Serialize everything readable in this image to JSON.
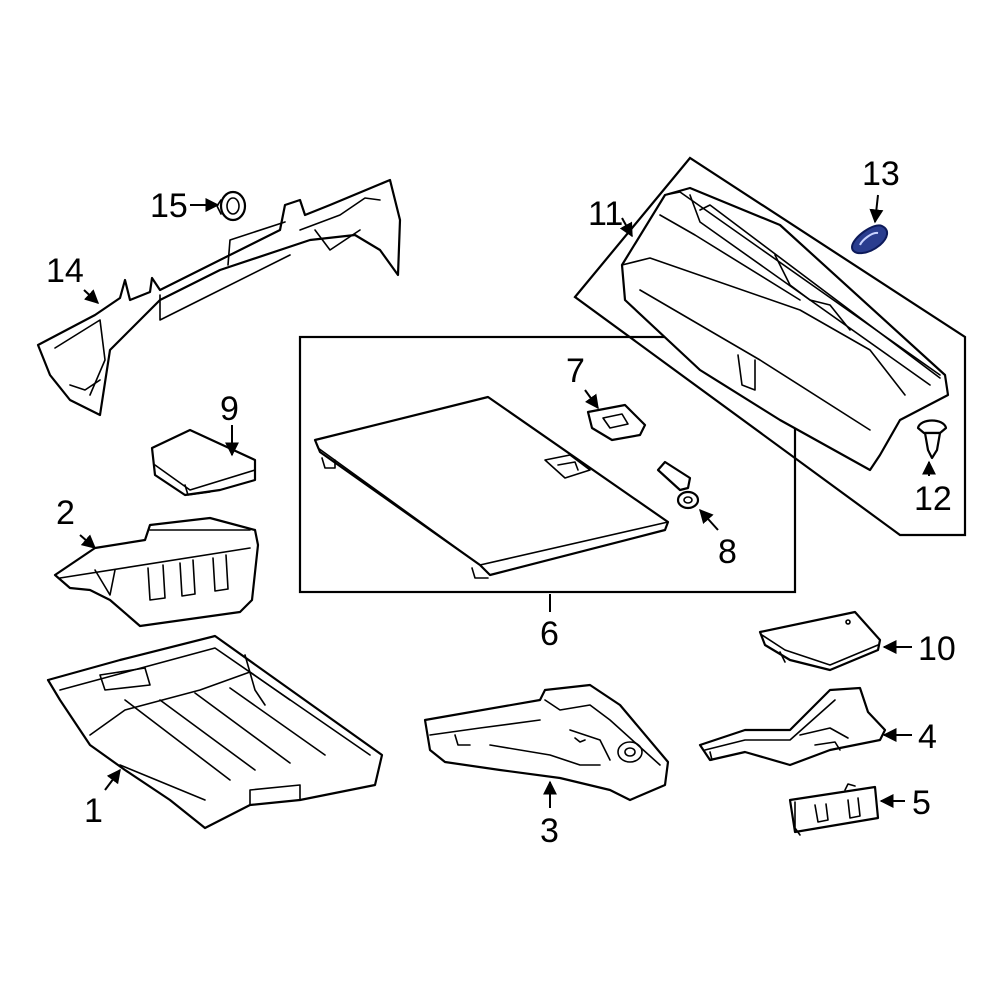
{
  "diagram": {
    "labels": {
      "p1": "1",
      "p2": "2",
      "p3": "3",
      "p4": "4",
      "p5": "5",
      "p6": "6",
      "p7": "7",
      "p8": "8",
      "p9": "9",
      "p10": "10",
      "p11": "11",
      "p12": "12",
      "p13": "13",
      "p14": "14",
      "p15": "15"
    },
    "colors": {
      "line": "#000000",
      "background": "#ffffff",
      "highlight": "#2a3d8f"
    },
    "highlighted_part": "13"
  }
}
